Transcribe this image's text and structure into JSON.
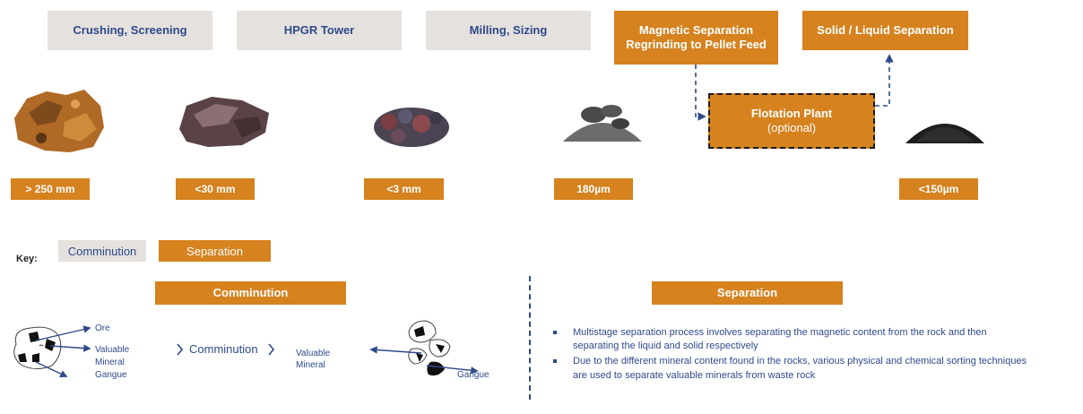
{
  "stages": {
    "crushing": "Crushing, Screening",
    "hpgr": "HPGR Tower",
    "milling": "Milling, Sizing",
    "magnetic_line1": "Magnetic Separation",
    "magnetic_line2": "Regrinding to Pellet Feed",
    "solid_liquid": "Solid / Liquid Separation",
    "flotation_title": "Flotation Plant",
    "flotation_sub": "(optional)"
  },
  "sizes": [
    "> 250 mm",
    "<30 mm",
    "<3 mm",
    "180µm",
    "<150µm"
  ],
  "key": {
    "label": "Key:",
    "comminution": "Comminution",
    "separation": "Separation"
  },
  "comminution_panel": {
    "header": "Comminution",
    "ore": "Ore",
    "valuable": "Valuable",
    "mineral": "Mineral",
    "gangue": "Gangue",
    "process": "Comminution",
    "valuable2": "Valuable",
    "mineral2": "Mineral",
    "gangue2": "Gangue"
  },
  "separation_panel": {
    "header": "Separation",
    "bullets": [
      "Multistage separation process involves separating the magnetic content from the rock and then separating the liquid and solid respectively",
      "Due to the different mineral content found in the rocks, various physical and chemical sorting techniques are used to separate valuable minerals from waste rock"
    ]
  },
  "colors": {
    "orange": "#d5821f",
    "grey": "#e5e1de",
    "blue": "#2f4a8a"
  }
}
